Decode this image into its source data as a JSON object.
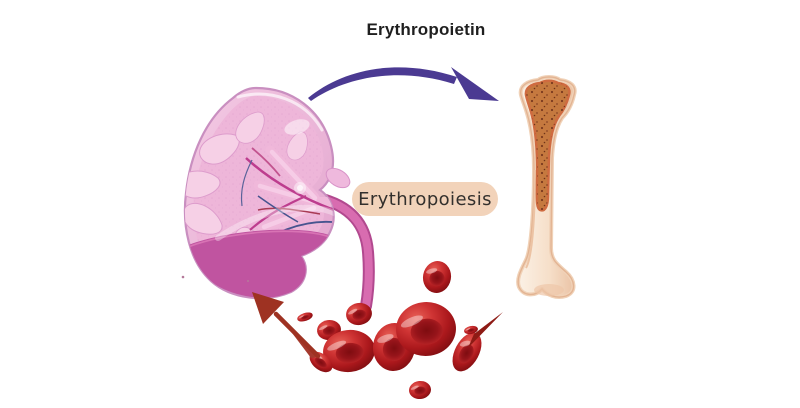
{
  "labels": {
    "hormone": "Erythropoietin",
    "process": "Erythropoiesis"
  },
  "colors": {
    "background": "#ffffff",
    "hormone_text": "#1f1f1f",
    "epo_arrow": "#4b3a92",
    "feedback_arrow": "#9e3222",
    "pill_bg": "#f2d3ba",
    "pill_text": "#33302d",
    "kidney_pink": "#eeb6d9",
    "kidney_magenta": "#c054a0",
    "bone_cream": "#f7e6d4",
    "bone_marrow": "#c5793f",
    "rbc_red": "#b71c1f"
  },
  "illustrations": [
    {
      "name": "kidney-illustration"
    },
    {
      "name": "bone-illustration"
    },
    {
      "name": "rbc-cluster-illustration"
    }
  ]
}
